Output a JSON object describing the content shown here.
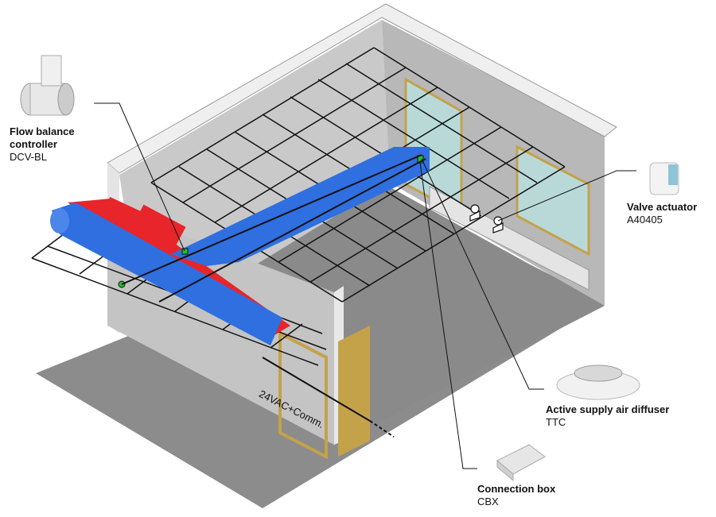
{
  "labels": {
    "flow_balance": {
      "title_line1": "Flow balance",
      "title_line2": "controller",
      "code": "DCV-BL"
    },
    "valve_actuator": {
      "title": "Valve actuator",
      "code": "A40405"
    },
    "diffuser": {
      "title": "Active supply air diffuser",
      "code": "TTC"
    },
    "connection_box": {
      "title": "Connection box",
      "code": "CBX"
    }
  },
  "wire_label": "24VAC+Comm.",
  "colors": {
    "supply_duct": "#2f6fe0",
    "return_duct": "#e8252a",
    "wall": "#d4d4d4",
    "floor": "#8c8c8c",
    "door": "#c4a24a",
    "window": "#b9d9d9",
    "device_marker": "#22c22a"
  },
  "icons": [
    "damper-controller-icon",
    "valve-actuator-icon",
    "air-diffuser-icon",
    "connection-box-icon",
    "radiator-valve-icon"
  ]
}
